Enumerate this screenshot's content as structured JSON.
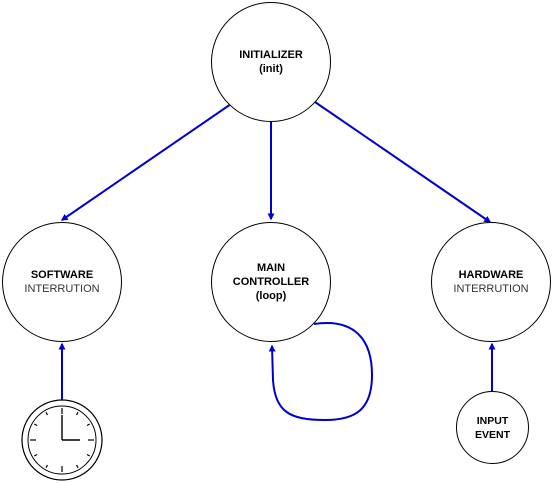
{
  "colors": {
    "edge": "#0000cc",
    "node_border": "#000000",
    "background": "#ffffff"
  },
  "nodes": {
    "initializer": {
      "title": "INITIALIZER",
      "sub": "(init)"
    },
    "software": {
      "title": "SOFTWARE",
      "sub": "INTERRUTION"
    },
    "main": {
      "title": "MAIN",
      "title2": "CONTROLLER",
      "sub": "(loop)"
    },
    "hardware": {
      "title": "HARDWARE",
      "sub": "INTERRUTION"
    },
    "input": {
      "title": "INPUT",
      "title2": "EVENT"
    },
    "clock": {
      "icon": "clock-icon"
    }
  },
  "edges": [
    {
      "from": "initializer",
      "to": "software"
    },
    {
      "from": "initializer",
      "to": "main"
    },
    {
      "from": "initializer",
      "to": "hardware"
    },
    {
      "from": "main",
      "to": "main",
      "kind": "self-loop"
    },
    {
      "from": "clock",
      "to": "software"
    },
    {
      "from": "input",
      "to": "hardware"
    }
  ]
}
